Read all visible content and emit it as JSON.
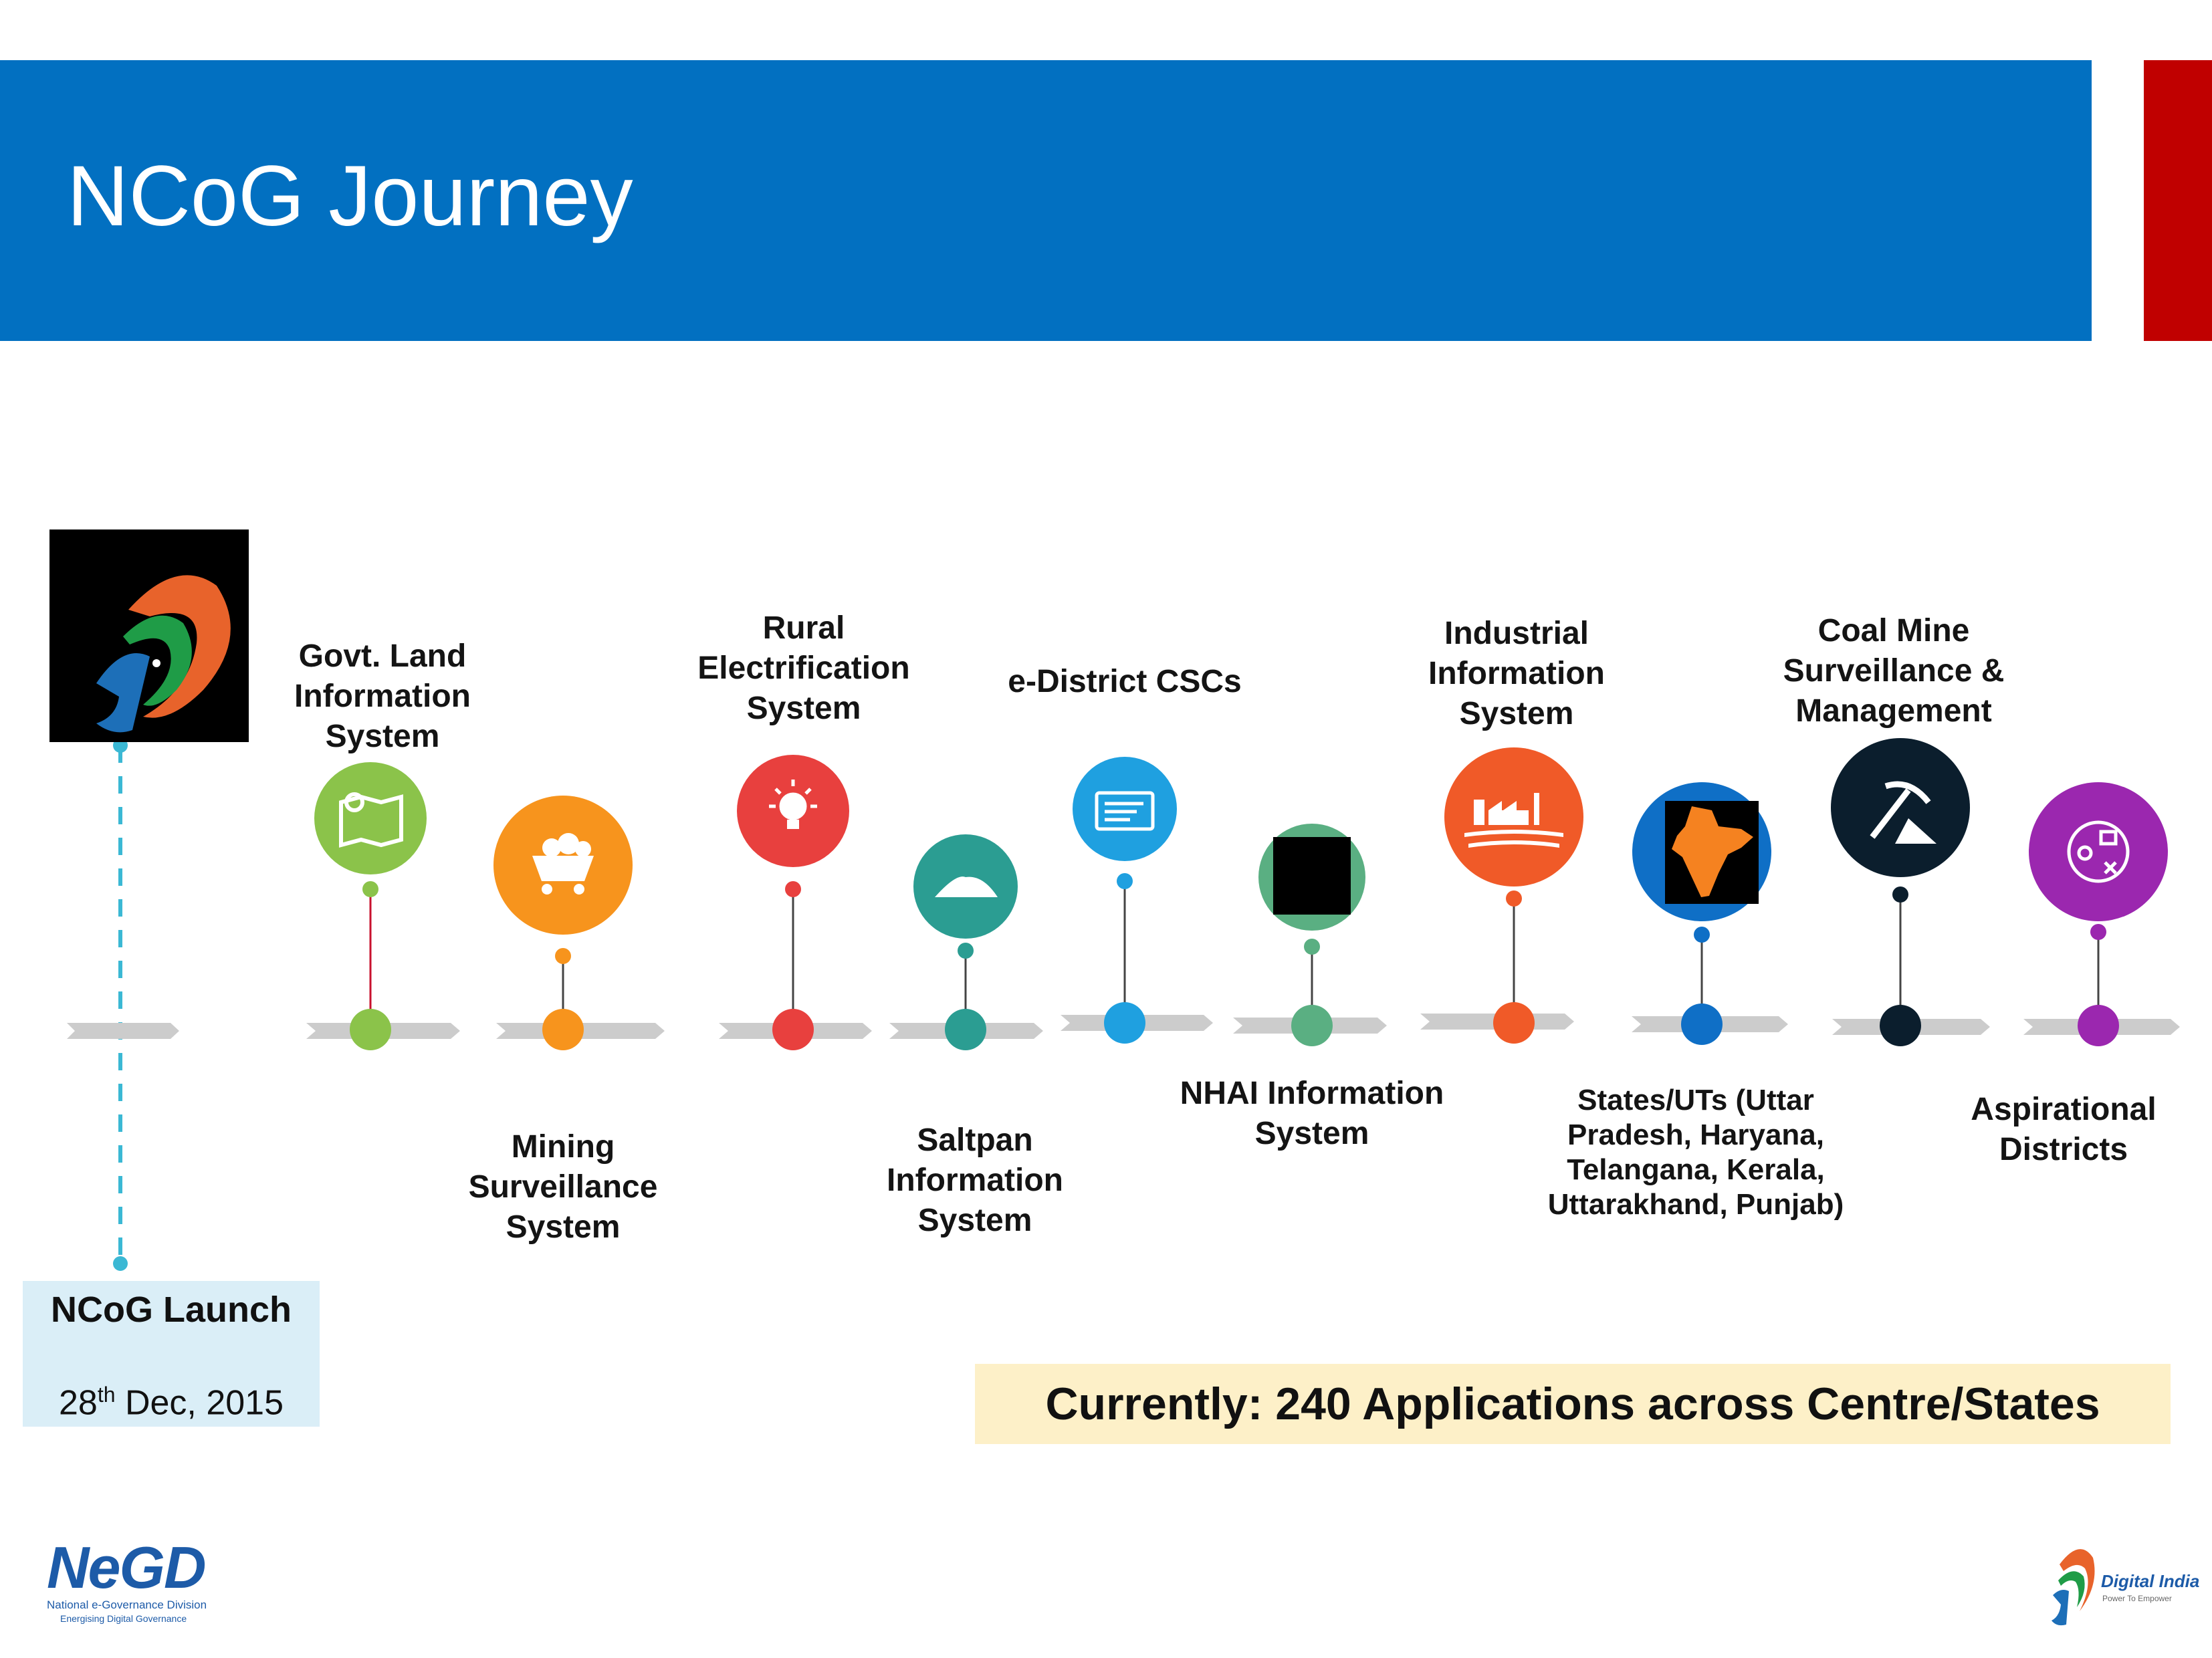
{
  "slide": {
    "title": "NCoG Journey",
    "colors": {
      "header_blue": "#0270c1",
      "accent_red": "#c00000",
      "launch_box": "#daeef7",
      "current_box": "#fdf0c8"
    }
  },
  "launch": {
    "title": "NCoG Launch",
    "date_day": "28",
    "date_suffix": "th",
    "date_rest": " Dec, 2015",
    "logo_icon": "digital-india-logo"
  },
  "milestones": [
    {
      "label": "Govt. Land Information System",
      "position": "above",
      "color": "#8bc34a",
      "icon": "land-map-icon"
    },
    {
      "label": "Mining Surveillance System",
      "position": "below",
      "color": "#f7941d",
      "icon": "mining-cart-icon"
    },
    {
      "label": "Rural Electrification System",
      "position": "above",
      "color": "#e8403e",
      "icon": "lightbulb-icon"
    },
    {
      "label": "Saltpan Information System",
      "position": "below",
      "color": "#2b9d92",
      "icon": "salt-pile-icon"
    },
    {
      "label": "e-District CSCs",
      "position": "above",
      "color": "#1fa0e0",
      "icon": "id-card-icon"
    },
    {
      "label": "NHAI Information System",
      "position": "below",
      "color": "#5aaf82",
      "icon": "highway-icon"
    },
    {
      "label": "Industrial Information System",
      "position": "above",
      "color": "#f05a28",
      "icon": "factory-icon"
    },
    {
      "label": "States/UTs (Uttar Pradesh, Haryana, Telangana, Kerala, Uttarakhand, Punjab)",
      "position": "below",
      "color": "#0f6fc6",
      "icon": "india-map-icon"
    },
    {
      "label": "Coal Mine Surveillance & Management",
      "position": "above",
      "color": "#0b1e2d",
      "icon": "pickaxe-icon"
    },
    {
      "label": "Aspirational Districts",
      "position": "below",
      "color": "#9b27af",
      "icon": "district-development-icon"
    }
  ],
  "current_status": "Currently: 240 Applications across Centre/States",
  "footer": {
    "left_logo_text": "NeGD",
    "left_logo_sub1": "National e-Governance Division",
    "left_logo_sub2": "Energising Digital Governance",
    "right_logo_text": "Digital India",
    "right_logo_sub": "Power To Empower"
  }
}
